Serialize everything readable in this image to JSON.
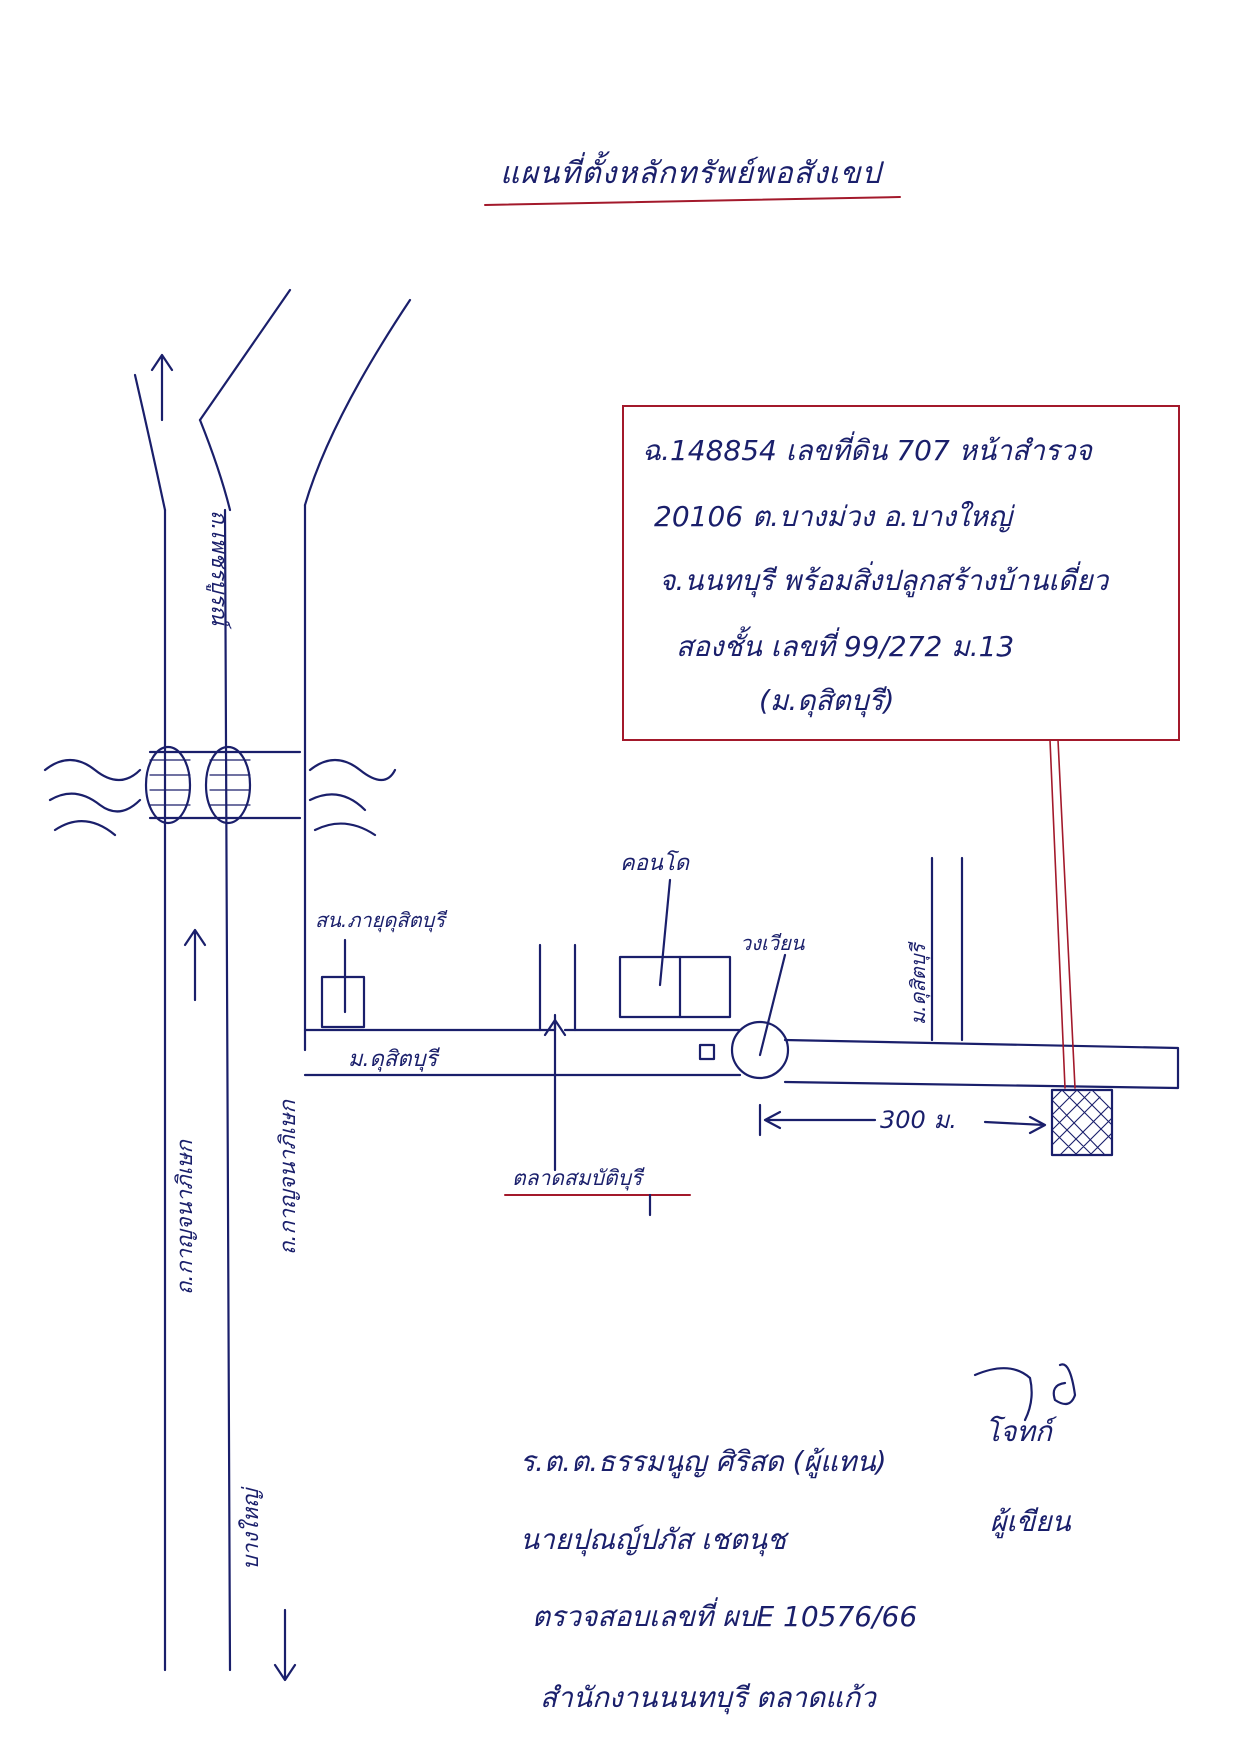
{
  "title": "แผนที่ตั้งหลักทรัพย์พอสังเขป",
  "info_box": {
    "lines": [
      "ฉ.148854 เลขที่ดิน 707 หน้าสำรวจ",
      "20106 ต.บางม่วง อ.บางใหญ่",
      "จ.นนทบุรี พร้อมสิ่งปลูกสร้างบ้านเดี่ยว",
      "สองชั้น เลขที่ 99/272 ม.13",
      "(ม.ดุสิตบุรี)"
    ]
  },
  "labels": {
    "road_upper": "ถ.เพชรบูรณ์",
    "road_west": "ถ.กาญจนาภิเษก",
    "road_west_2": "ถ.กาญจนาภิเษก",
    "to_bangyai": "บางใหญ่",
    "school": "สน.ภายุดุสิตบุรี",
    "village_road": "ม.ดุสิตบุรี",
    "condo": "คอนโด",
    "roundabout": "วงเวียน",
    "market": "ตลาดสมบัติบุรี",
    "side_road": "ม.ดุสิตบุรี",
    "distance": "300 ม."
  },
  "footer": {
    "line1": "ร.ต.ต.ธรรมนูญ ศิริสด (ผู้แทน)",
    "line2": "นายปุณญ์ปภัส เชตนุช",
    "line3": "ตรวจสอบเลขที่ ผบE 10576/66",
    "line4": "สำนักงานนนทบุรี ตลาดแก้ว",
    "sign1": "โจทก์",
    "sign2": "ผู้เขียน"
  },
  "colors": {
    "ink": "#1a1f6b",
    "accent": "#a3192b"
  }
}
